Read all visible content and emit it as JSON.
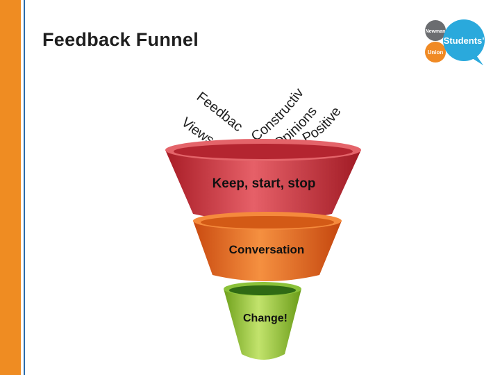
{
  "title": "Feedback Funnel",
  "logo": {
    "top": "Newman",
    "main": "Students'",
    "bottom": "Union"
  },
  "top_words": {
    "feedback": "Feedback",
    "views": "Views",
    "constructive": "Constructive",
    "opinions": "Opinions",
    "positive": "Positive"
  },
  "stages": [
    {
      "label": "Keep, start, stop",
      "color": "#d8434a"
    },
    {
      "label": "Conversation",
      "color": "#ee6d25"
    },
    {
      "label": "Change!",
      "color": "#9ccc3a"
    }
  ],
  "colors": {
    "accent_bar": "#ef8c22",
    "accent_line": "#2b6ca8",
    "logo_grey": "#6b6d70",
    "logo_blue": "#2aa9dc",
    "logo_orange": "#f08a24"
  }
}
